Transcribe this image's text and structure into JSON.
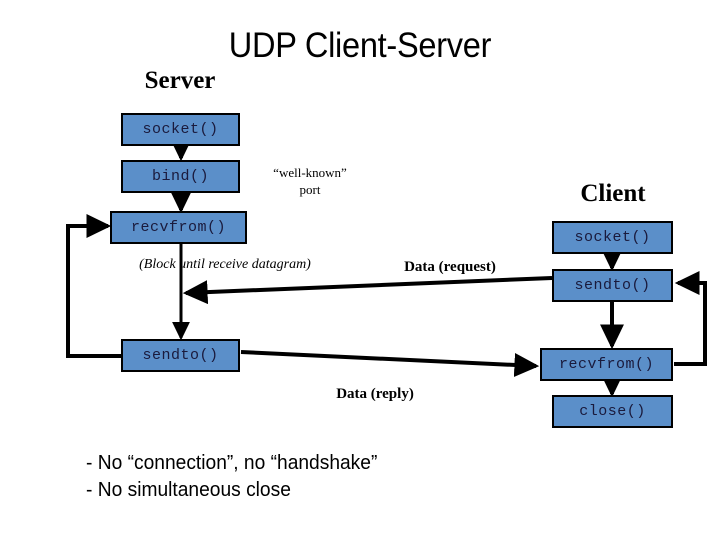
{
  "slide": {
    "title": "UDP Client-Server",
    "background_color": "#ffffff",
    "box_fill_color": "#5b8fc9",
    "box_border_color": "#000000",
    "text_color": "#000000"
  },
  "columns": {
    "server": {
      "heading": "Server",
      "boxes": [
        {
          "label": "socket()"
        },
        {
          "label": "bind()"
        },
        {
          "label": "recvfrom()"
        },
        {
          "label": "sendto()"
        }
      ]
    },
    "client": {
      "heading": "Client",
      "boxes": [
        {
          "label": "socket()"
        },
        {
          "label": "sendto()"
        },
        {
          "label": "recvfrom()"
        },
        {
          "label": "close()"
        }
      ]
    }
  },
  "annotations": {
    "well_known_port": "“well-known”\nport",
    "well_known_port_line1": "“well-known”",
    "well_known_port_line2": "port",
    "block_note": "(Block until receive datagram)",
    "data_request": "Data (request)",
    "data_reply": "Data (reply)"
  },
  "bullets": [
    "- No “connection”, no “handshake”",
    "- No simultaneous close"
  ]
}
